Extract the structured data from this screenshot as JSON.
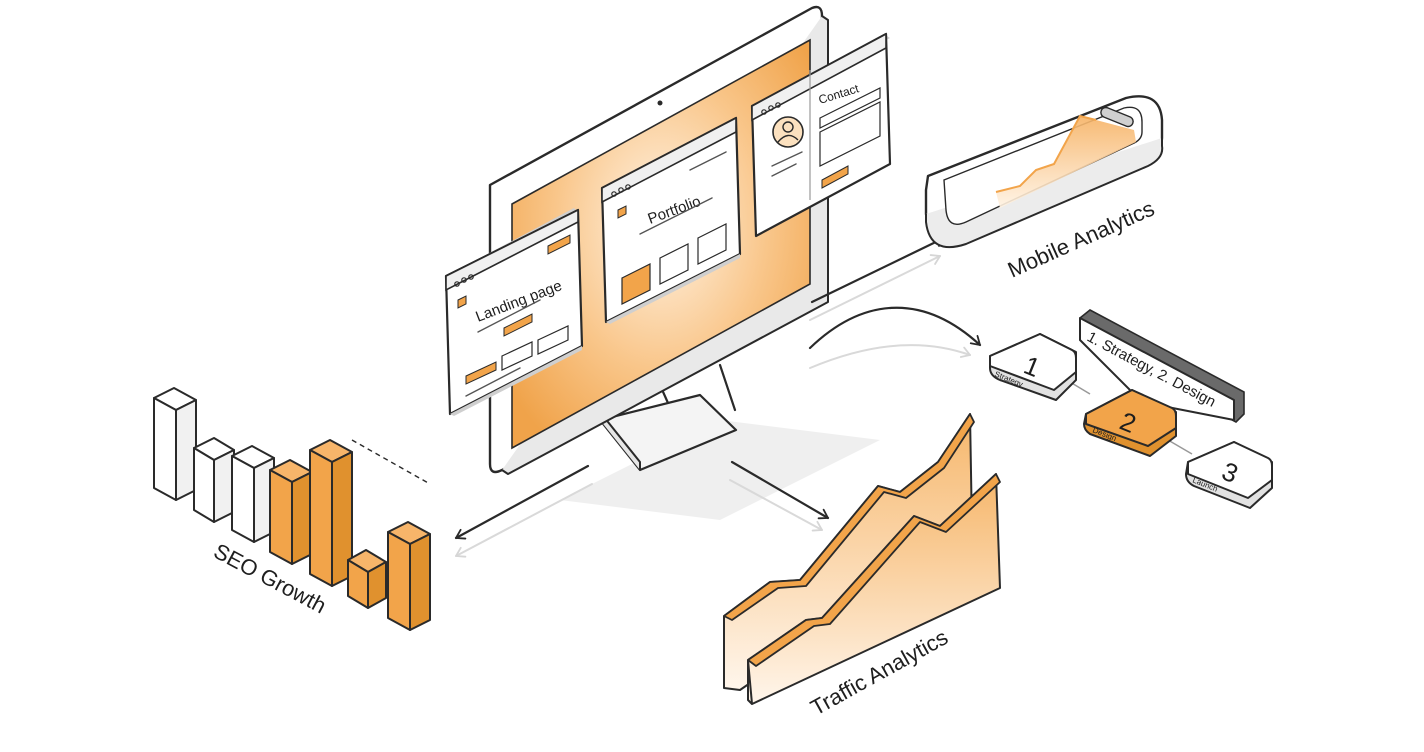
{
  "windows": {
    "landing": "Landing page",
    "portfolio": "Portfolio",
    "contact": "Contact"
  },
  "labels": {
    "mobile": "Mobile Analytics",
    "traffic": "Traffic Analytics",
    "seo": "SEO Growth"
  },
  "steps": {
    "callout": "1. Strategy, 2. Design",
    "items": [
      {
        "num": "1",
        "sub": "Strategy"
      },
      {
        "num": "2",
        "sub": "Design"
      },
      {
        "num": "3",
        "sub": "Launch"
      }
    ]
  },
  "colors": {
    "accent": "#F2A44A",
    "accent_light": "#FCE1BF",
    "outline": "#2A2A2A",
    "shadow": "#E8E8E8"
  }
}
